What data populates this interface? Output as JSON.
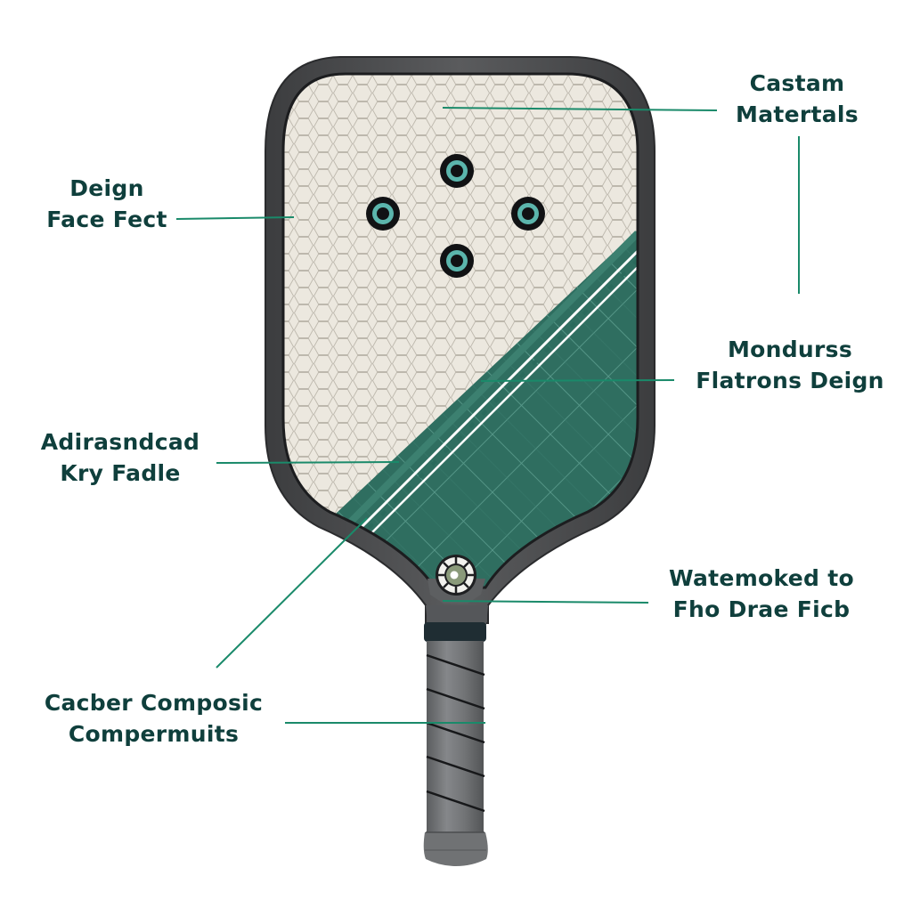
{
  "diagram": {
    "subject": "pickleball-paddle",
    "colors": {
      "label_text": "#0f3f3c",
      "leader_line": "#1a8a6a",
      "frame": "#4a4b4d",
      "frame_dark": "#2a2b2d",
      "face_light": "#ece8df",
      "face_pattern": "#b9b4aa",
      "face_green": "#2f6e60",
      "grip": "#6b6c6e",
      "grip_collar": "#1f2d33",
      "sensor_ring": "#5bb5ac",
      "background": "#ffffff"
    },
    "labels": [
      {
        "id": "castam-materials",
        "lines": [
          "Castam",
          "Matertals"
        ]
      },
      {
        "id": "design-face-fect",
        "lines": [
          "Deign",
          "Face Fect"
        ]
      },
      {
        "id": "mondurss-flatrons-design",
        "lines": [
          "Mondurss",
          "Flatrons Deign"
        ]
      },
      {
        "id": "adirasndcad-kry-fadle",
        "lines": [
          "Adirasndcad",
          "Kry Fadle"
        ]
      },
      {
        "id": "watemoked-to-fho-drae-ficb",
        "lines": [
          "Watemoked to",
          "Fho Drae Ficb"
        ]
      },
      {
        "id": "cacber-composic-compermuits",
        "lines": [
          "Cacber Composic",
          "Compermuits"
        ]
      }
    ],
    "paddle_parts": {
      "face_dots": 4,
      "grip_wraps": 5,
      "throat_emblem": "circular-emblem"
    }
  }
}
